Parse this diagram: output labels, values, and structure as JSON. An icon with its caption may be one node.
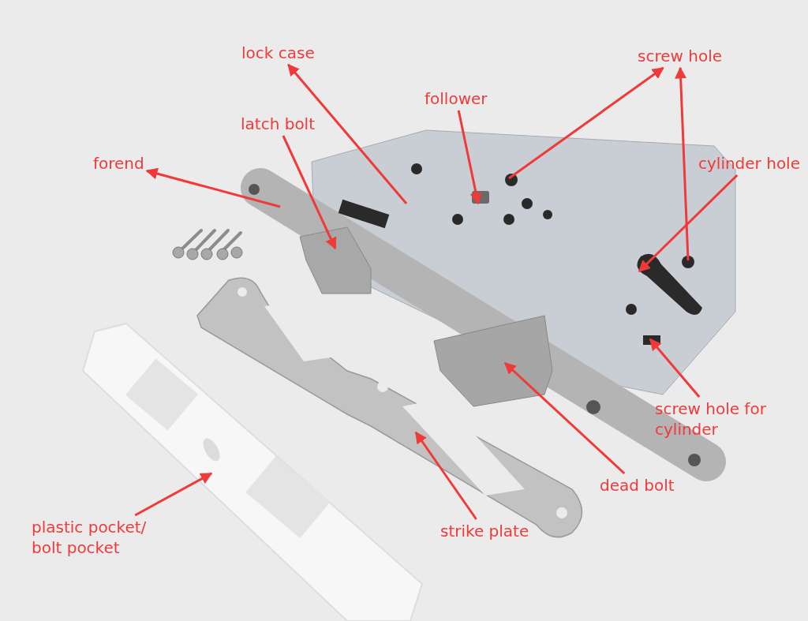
{
  "diagram": {
    "nodes": [
      {
        "text": [
          "lock case"
        ]
      },
      {
        "text": [
          "screw hole"
        ]
      },
      {
        "text": [
          "follower"
        ]
      },
      {
        "text": [
          "latch bolt"
        ]
      },
      {
        "text": [
          "forend"
        ]
      },
      {
        "text": [
          "cylinder hole"
        ]
      },
      {
        "text": [
          "screw hole for cylinder"
        ]
      },
      {
        "text": [
          "dead bolt"
        ]
      },
      {
        "text": [
          "strike plate"
        ]
      },
      {
        "text": [
          "plastic pocket/ bolt pocket"
        ]
      }
    ],
    "edges": [
      {
        "from": null,
        "to": 0,
        "arrow": "to"
      },
      {
        "from": null,
        "to": 1,
        "arrow": "to"
      },
      {
        "from": null,
        "to": 1,
        "arrow": "to"
      },
      {
        "from": 2,
        "to": null,
        "arrow": "to"
      },
      {
        "from": 3,
        "to": null,
        "arrow": "to"
      },
      {
        "from": null,
        "to": 4,
        "arrow": "to"
      },
      {
        "from": 5,
        "to": null,
        "arrow": "to"
      },
      {
        "from": 6,
        "to": null,
        "arrow": "to"
      },
      {
        "from": 7,
        "to": null,
        "arrow": "to"
      },
      {
        "from": 8,
        "to": null,
        "arrow": "to"
      },
      {
        "from": 9,
        "to": null,
        "arrow": "to"
      }
    ]
  }
}
